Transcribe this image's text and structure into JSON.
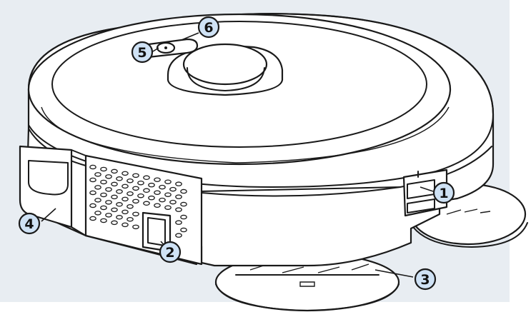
{
  "colors": {
    "background_panel": "#e8edf2",
    "callout_fill": "#cfe2f5",
    "outline": "#1a1a1a",
    "body_fill": "#ffffff"
  },
  "callouts": [
    {
      "id": "1",
      "label": "1"
    },
    {
      "id": "2",
      "label": "2"
    },
    {
      "id": "3",
      "label": "3"
    },
    {
      "id": "4",
      "label": "4"
    },
    {
      "id": "5",
      "label": "5"
    },
    {
      "id": "6",
      "label": "6"
    }
  ]
}
